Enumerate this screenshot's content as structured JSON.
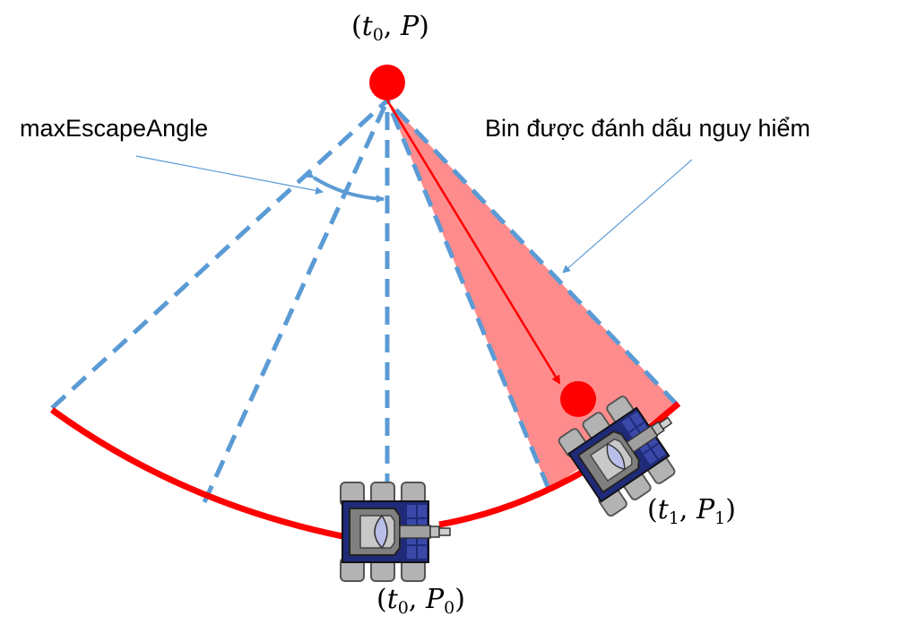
{
  "labels": {
    "top_point": {
      "open": "(",
      "t": "t",
      "t_sub": "0",
      "comma": ", ",
      "p": "P",
      "close": ")"
    },
    "start_point": {
      "open": "(",
      "t": "t",
      "t_sub": "0",
      "comma": ", ",
      "p": "P",
      "p_sub": "0",
      "close": ")"
    },
    "end_point": {
      "open": "(",
      "t": "t",
      "t_sub": "1",
      "comma": ", ",
      "p": "P",
      "p_sub": "1",
      "close": ")"
    },
    "max_escape_angle": "maxEscapeAngle",
    "danger_bin": "Bin được đánh dấu nguy hiểm"
  },
  "colors": {
    "arc": "#ff0000",
    "danger_fill": "#ff8c8c",
    "dashed": "#5b9bd5",
    "annotation_line": "#5b9bd5",
    "bullet": "#ff0000",
    "tank_body": "#1f2a78",
    "tank_metal": "#a8a8a8"
  },
  "icons": [
    "origin-dot",
    "bullet-dot",
    "tank-start-icon",
    "tank-end-icon",
    "angle-arc-arrow"
  ]
}
